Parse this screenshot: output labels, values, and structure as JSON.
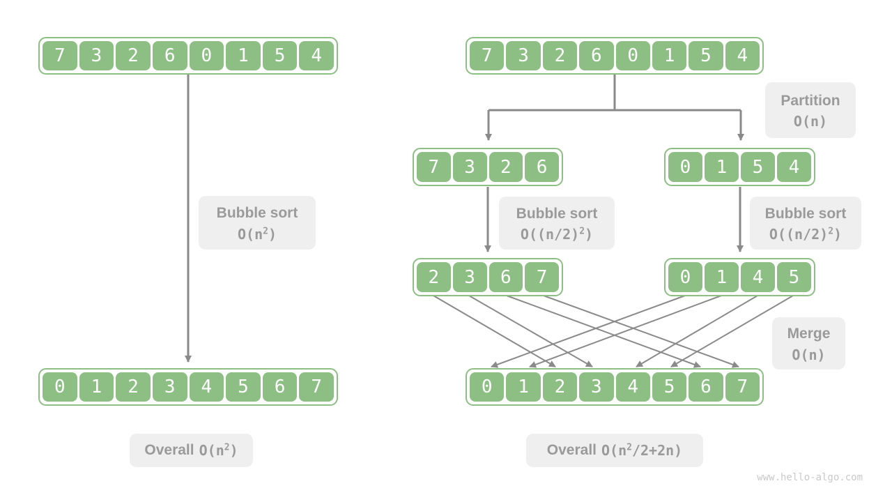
{
  "colors": {
    "green": "#8dbf84",
    "label_bg": "#efefef",
    "label_text": "#9a9a9a",
    "arrow": "#8a8a8a",
    "cell_text": "#ffffff",
    "watermark": "#c9c9c9"
  },
  "left": {
    "input": [
      "7",
      "3",
      "2",
      "6",
      "0",
      "1",
      "5",
      "4"
    ],
    "output": [
      "0",
      "1",
      "2",
      "3",
      "4",
      "5",
      "6",
      "7"
    ],
    "bubble": {
      "title": "Bubble sort",
      "c_pre": "O(n",
      "c_sup": "2",
      "c_post": ")"
    },
    "overall": {
      "word": "Overall",
      "c_pre": "O(n",
      "c_sup": "2",
      "c_post": ")"
    }
  },
  "right": {
    "input": [
      "7",
      "3",
      "2",
      "6",
      "0",
      "1",
      "5",
      "4"
    ],
    "half_left": [
      "7",
      "3",
      "2",
      "6"
    ],
    "half_right": [
      "0",
      "1",
      "5",
      "4"
    ],
    "sorted_left": [
      "2",
      "3",
      "6",
      "7"
    ],
    "sorted_right": [
      "0",
      "1",
      "4",
      "5"
    ],
    "merged": [
      "0",
      "1",
      "2",
      "3",
      "4",
      "5",
      "6",
      "7"
    ],
    "partition": {
      "title": "Partition",
      "c_pre": "O(n)",
      "c_sup": "",
      "c_post": ""
    },
    "bubble_left": {
      "title": "Bubble sort",
      "c_pre": "O((n/2)",
      "c_sup": "2",
      "c_post": ")"
    },
    "bubble_right": {
      "title": "Bubble sort",
      "c_pre": "O((n/2)",
      "c_sup": "2",
      "c_post": ")"
    },
    "merge": {
      "title": "Merge",
      "c_pre": "O(n)",
      "c_sup": "",
      "c_post": ""
    },
    "overall": {
      "word": "Overall",
      "c_pre": "O(n",
      "c_sup": "2",
      "c_post": "/2+2n)"
    }
  },
  "watermark": "www.hello-algo.com"
}
